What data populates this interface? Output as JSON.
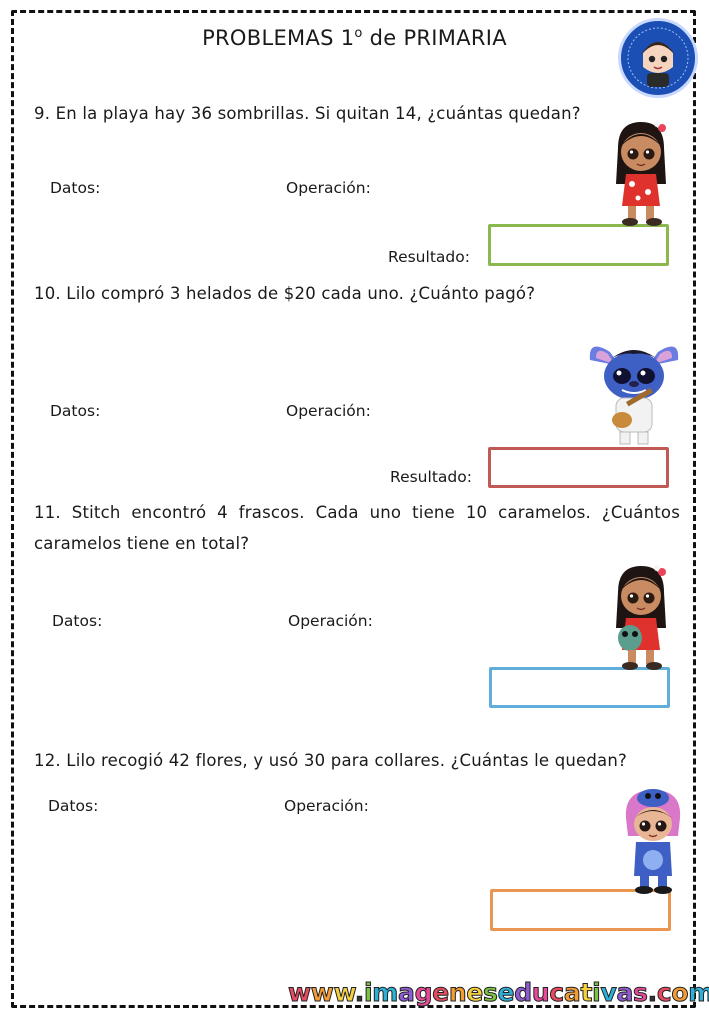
{
  "header": {
    "title_main": "PROBLEMAS 1",
    "title_sup": "o",
    "title_rest": " de PRIMARIA"
  },
  "logo": {
    "icon": "imageneseducativas-logo-icon"
  },
  "labels": {
    "datos": "Datos:",
    "operacion": "Operación:",
    "resultado": "Resultado:"
  },
  "problems": [
    {
      "number": "9.",
      "text": "En la playa hay 36 sombrillas. Si quitan 14, ¿cuántas quedan?",
      "box_color": "#8ab84f",
      "character_icon": "lilo-girl-icon",
      "shows_resultado": true
    },
    {
      "number": "10.",
      "text": "Lilo compró 3 helados de $20 cada uno. ¿Cuánto pagó?",
      "box_color": "#bf5a55",
      "character_icon": "stitch-ukulele-icon",
      "shows_resultado": true
    },
    {
      "number": "11.",
      "text": "Stitch encontró 4 frascos. Cada uno tiene 10 caramelos. ¿Cuántos caramelos tiene en total?",
      "box_color": "#5eaed9",
      "character_icon": "lilo-with-scrump-icon",
      "shows_resultado": false
    },
    {
      "number": "12.",
      "text": "Lilo recogió 42 flores, y usó 30 para collares. ¿Cuántas le quedan?",
      "box_color": "#eb9650",
      "character_icon": "lilo-stitch-costume-icon",
      "shows_resultado": false
    }
  ],
  "footer": {
    "letters": [
      "w",
      "w",
      "w",
      ".",
      "i",
      "m",
      "a",
      "g",
      "e",
      "n",
      "e",
      "s",
      "e",
      "d",
      "u",
      "c",
      "a",
      "t",
      "i",
      "v",
      "a",
      "s",
      ".",
      "c",
      "o",
      "m"
    ],
    "colors": [
      "#e84a5f",
      "#f39c34",
      "#f4d03f",
      "#333333",
      "#7dc142",
      "#2eb1d8",
      "#8e5bd0",
      "#e84a9a",
      "#e84a5f",
      "#f39c34",
      "#f4d03f",
      "#7dc142",
      "#2eb1d8",
      "#8e5bd0",
      "#e84a9a",
      "#e84a5f",
      "#f39c34",
      "#f4d03f",
      "#7dc142",
      "#2eb1d8",
      "#8e5bd0",
      "#e84a9a",
      "#333333",
      "#e84a5f",
      "#f39c34",
      "#2eb1d8"
    ]
  }
}
